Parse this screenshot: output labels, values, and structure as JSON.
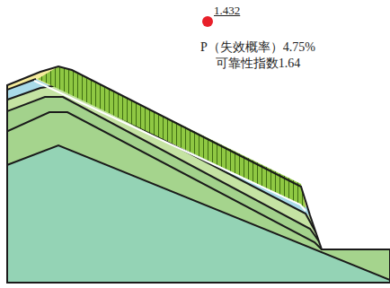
{
  "diagram": {
    "labels": [
      "1.432",
      "P（失效概率）4.75%",
      "可靠性指数1.64"
    ]
  }
}
